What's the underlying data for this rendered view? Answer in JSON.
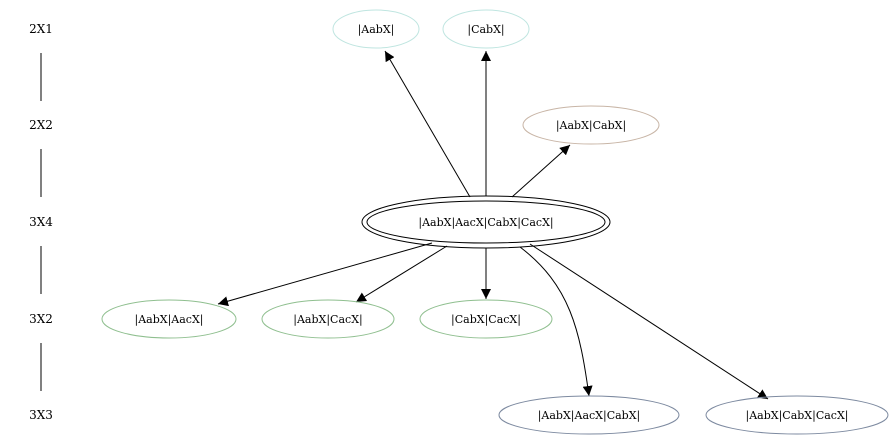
{
  "levels": [
    {
      "id": "lvl0",
      "label": "2X1"
    },
    {
      "id": "lvl1",
      "label": "2X2"
    },
    {
      "id": "lvl2",
      "label": "3X4"
    },
    {
      "id": "lvl3",
      "label": "3X2"
    },
    {
      "id": "lvl4",
      "label": "3X3"
    }
  ],
  "nodes": [
    {
      "id": "aabx",
      "label": "|AabX|",
      "stroke": "#bfe5e0"
    },
    {
      "id": "cabx",
      "label": "|CabX|",
      "stroke": "#bfe5e0"
    },
    {
      "id": "aabx-cabx",
      "label": "|AabX|CabX|",
      "stroke": "#c8b5a6"
    },
    {
      "id": "root",
      "label": "|AabX|AacX|CabX|CacX|",
      "stroke": "#000000"
    },
    {
      "id": "aabx-aacx",
      "label": "|AabX|AacX|",
      "stroke": "#8fbf8f"
    },
    {
      "id": "aabx-cacx",
      "label": "|AabX|CacX|",
      "stroke": "#8fbf8f"
    },
    {
      "id": "cabx-cacx",
      "label": "|CabX|CacX|",
      "stroke": "#8fbf8f"
    },
    {
      "id": "aabx-aacx-cabx",
      "label": "|AabX|AacX|CabX|",
      "stroke": "#7d8aa0"
    },
    {
      "id": "aabx-cabx-cacx",
      "label": "|AabX|CabX|CacX|",
      "stroke": "#7d8aa0"
    }
  ],
  "edges": [
    {
      "from": "root",
      "to": "aabx"
    },
    {
      "from": "root",
      "to": "cabx"
    },
    {
      "from": "root",
      "to": "aabx-cabx"
    },
    {
      "from": "root",
      "to": "aabx-aacx"
    },
    {
      "from": "root",
      "to": "aabx-cacx"
    },
    {
      "from": "root",
      "to": "cabx-cacx"
    },
    {
      "from": "root",
      "to": "aabx-aacx-cabx"
    },
    {
      "from": "root",
      "to": "aabx-cabx-cacx"
    }
  ]
}
